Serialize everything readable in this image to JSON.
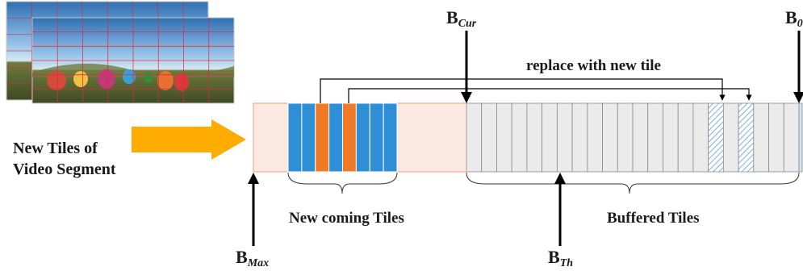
{
  "labels": {
    "b_cur": {
      "base": "B",
      "sub": "Cur"
    },
    "b_zero": {
      "base": "B",
      "sub": "0"
    },
    "b_max": {
      "base": "B",
      "sub": "Max"
    },
    "b_th": {
      "base": "B",
      "sub": "Th"
    },
    "replace": "replace with new tile",
    "new_tiles_line1": "New  Tiles of",
    "new_tiles_line2": "Video Segment",
    "new_coming": "New coming Tiles",
    "buffered": "Buffered Tiles"
  },
  "colors": {
    "tile_blue": "#2f8fd6",
    "tile_orange": "#f07a26",
    "incoming_area": "#fbe9e2",
    "buffered_tile": "#ebebeb",
    "hatched": "#5a9bd5",
    "arrow_fill": "#ffac00",
    "grid_line": "#e0283c"
  },
  "icons": {
    "video_frames": "panorama-balloons-image",
    "segment_arrow": "arrow-right-icon"
  }
}
